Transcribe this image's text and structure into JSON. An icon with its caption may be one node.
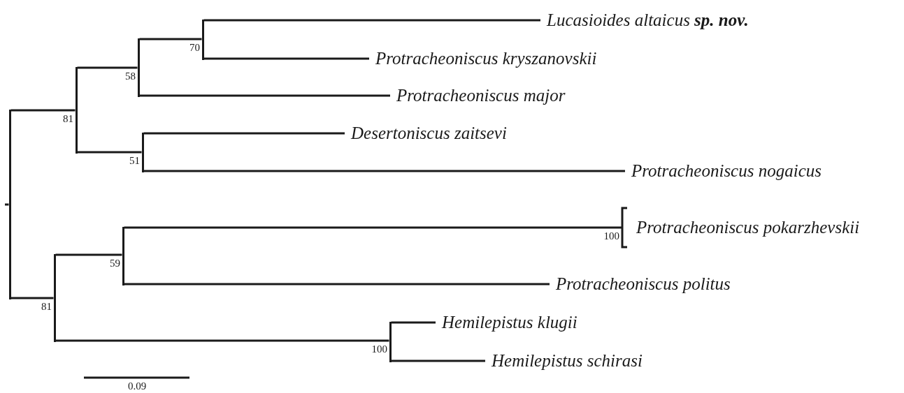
{
  "diagram": {
    "nodes": [
      {
        "text": [],
        "shape": "bar"
      },
      {
        "text": [],
        "shape": "bar",
        "beside": [
          "81"
        ]
      },
      {
        "text": [],
        "shape": "bar",
        "beside": [
          "58"
        ]
      },
      {
        "text": [],
        "shape": "bar",
        "beside": [
          "70"
        ]
      },
      {
        "text": [
          "Lucasioides altaicus **sp. nov.**"
        ]
      },
      {
        "text": [
          "Protracheoniscus kryszanovskii"
        ]
      },
      {
        "text": [
          "Protracheoniscus major"
        ]
      },
      {
        "text": [],
        "shape": "bar",
        "beside": [
          "51"
        ]
      },
      {
        "text": [
          "Desertoniscus zaitsevi"
        ]
      },
      {
        "text": [
          "Protracheoniscus nogaicus"
        ]
      },
      {
        "text": [],
        "shape": "bar",
        "beside": [
          "81"
        ]
      },
      {
        "text": [],
        "shape": "bar",
        "beside": [
          "59"
        ]
      },
      {
        "text": [
          "Protracheoniscus pokarzhevskii"
        ],
        "beside": [
          "100"
        ]
      },
      {
        "text": [
          "Protracheoniscus politus"
        ]
      },
      {
        "text": [],
        "shape": "bar",
        "beside": [
          "100"
        ]
      },
      {
        "text": [
          "Hemilepistus klugii"
        ]
      },
      {
        "text": [
          "Hemilepistus schirasi"
        ]
      }
    ],
    "edges": [
      {
        "from": null,
        "to": 0,
        "arrow": "none"
      },
      {
        "from": 0,
        "to": 1,
        "arrow": "none"
      },
      {
        "from": 0,
        "to": 10,
        "arrow": "none"
      },
      {
        "from": 1,
        "to": 2,
        "arrow": "none"
      },
      {
        "from": 1,
        "to": 7,
        "arrow": "none"
      },
      {
        "from": 2,
        "to": 3,
        "arrow": "none"
      },
      {
        "from": 2,
        "to": 6,
        "arrow": "none"
      },
      {
        "from": 3,
        "to": 4,
        "arrow": "none"
      },
      {
        "from": 3,
        "to": 5,
        "arrow": "none"
      },
      {
        "from": 7,
        "to": 8,
        "arrow": "none"
      },
      {
        "from": 7,
        "to": 9,
        "arrow": "none"
      },
      {
        "from": 10,
        "to": 11,
        "arrow": "none"
      },
      {
        "from": 10,
        "to": 14,
        "arrow": "none"
      },
      {
        "from": 11,
        "to": 12,
        "arrow": "none"
      },
      {
        "from": 11,
        "to": 13,
        "arrow": "none"
      },
      {
        "from": 14,
        "to": 15,
        "arrow": "none"
      },
      {
        "from": 14,
        "to": 16,
        "arrow": "none"
      }
    ],
    "labels": [
      "0.09"
    ]
  }
}
